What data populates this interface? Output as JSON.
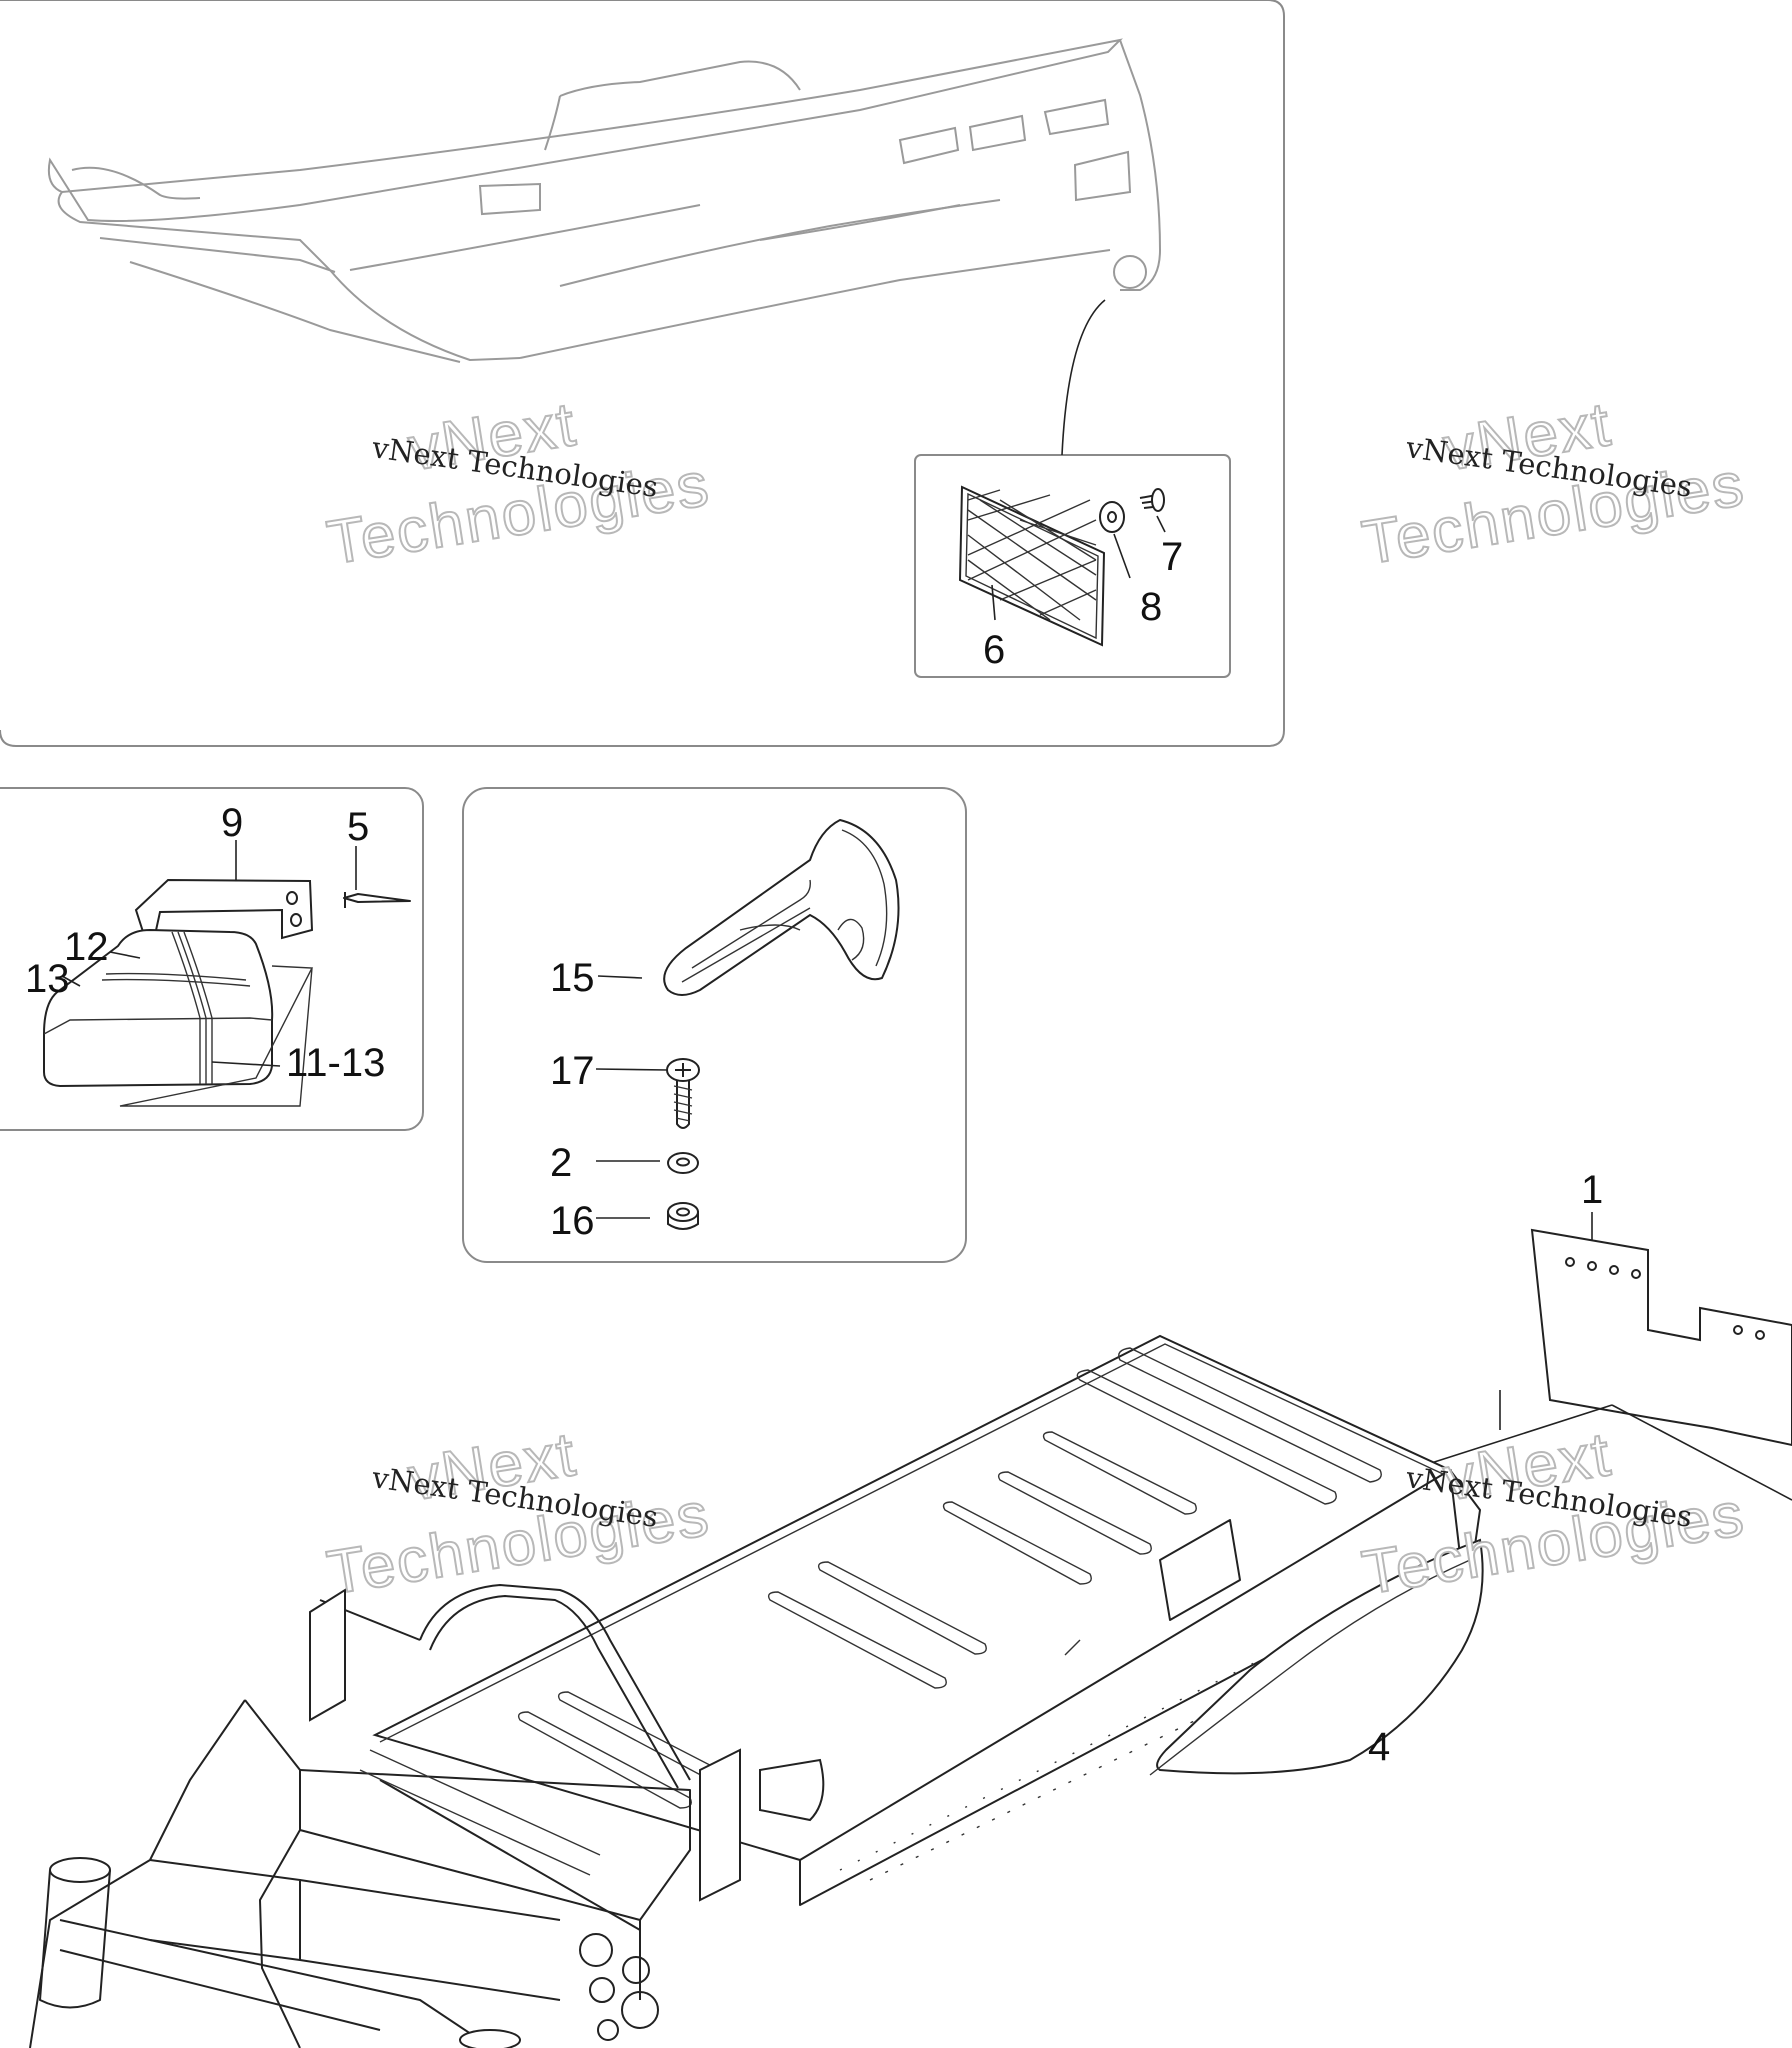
{
  "watermark": {
    "line_small": "vNext Technologies",
    "line_big_1": "vNext",
    "line_big_2": "Technologies"
  },
  "callouts": {
    "c1": "1",
    "c2": "2",
    "c4": "4",
    "c5": "5",
    "c6": "6",
    "c7": "7",
    "c8": "8",
    "c9": "9",
    "c11_13": "11-13",
    "c12": "12",
    "c13": "13",
    "c15": "15",
    "c16": "16",
    "c17": "17"
  }
}
